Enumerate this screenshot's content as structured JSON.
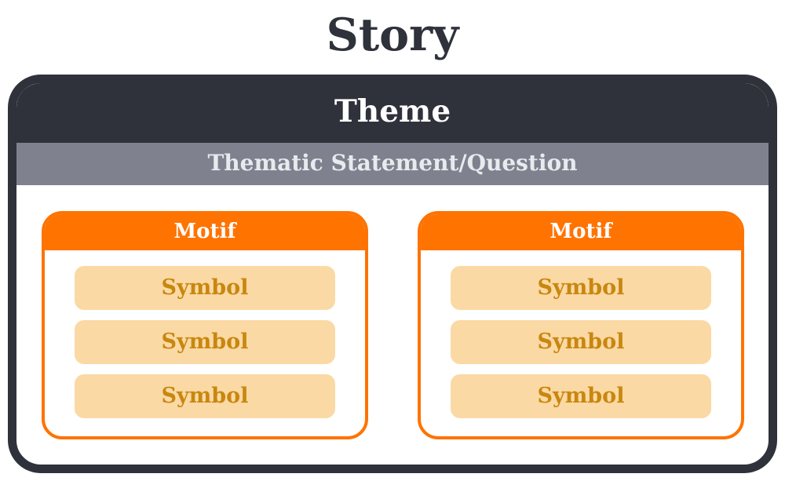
{
  "title": "Story",
  "theme": {
    "label": "Theme",
    "thematic_bar": {
      "label": "Thematic Statement/Question"
    }
  },
  "motifs": [
    {
      "label": "Motif",
      "symbols": [
        "Symbol",
        "Symbol",
        "Symbol"
      ]
    },
    {
      "label": "Motif",
      "symbols": [
        "Symbol",
        "Symbol",
        "Symbol"
      ]
    }
  ],
  "colors": {
    "dark": "#2f323a",
    "gray": "#7f828e",
    "orange": "#ff7300",
    "peach": "#fbd9a5",
    "gold": "#c8870e",
    "light_text": "#e9eaee",
    "white": "#ffffff"
  }
}
